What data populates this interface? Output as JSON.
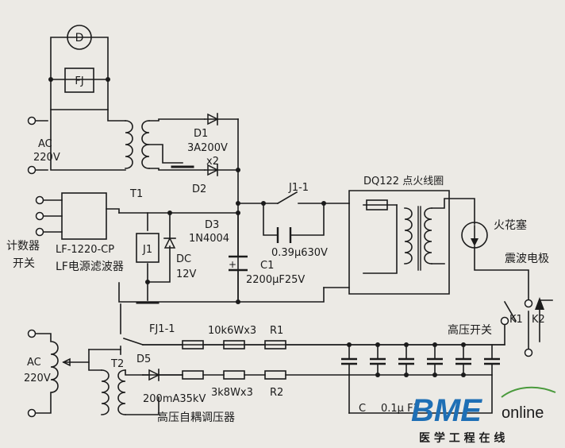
{
  "labels": {
    "d": "D",
    "fj": "FJ",
    "ac_top": "AC",
    "v220_top": "220V",
    "t1": "T1",
    "d1": "D1",
    "d1_rating": "3A200V",
    "d1_count": "x2",
    "d2": "D2",
    "d3": "D3",
    "d3_part": "1N4004",
    "j1": "J1",
    "dc": "DC",
    "v12": "12V",
    "c1": "C1",
    "c1_value": "2200μF25V",
    "j1_1": "J1-1",
    "cap_small": "0.39μ630V",
    "coil": "DQ122 点火线圈",
    "spark_plug": "火花塞",
    "shock_electrode": "震波电极",
    "counter_switch_a": "计数器",
    "counter_switch_b": "开关",
    "filter_part": "LF-1220-CP",
    "filter_name": "LF电源滤波器",
    "fj1_1": "FJ1-1",
    "r1_value": "10k6Wx3",
    "r1": "R1",
    "hv_switch": "高压开关",
    "k1": "K1",
    "k2": "K2",
    "ac_bot": "AC",
    "v220_bot": "220V",
    "t2": "T2",
    "d5": "D5",
    "d5_rating": "200mA35kV",
    "r2_value": "3k8Wx3",
    "r2": "R2",
    "autotransformer": "高压自耦调压器",
    "c_bank": "C",
    "c_bank_value": "0.1μ F3",
    "plus": "+"
  },
  "logo": {
    "brand": "BME",
    "online": "online",
    "tagline": "医 学 工 程 在 线"
  },
  "colors": {
    "ink": "#1b1b1b",
    "paper": "#eceae5",
    "logo_blue": "#1e6fb5",
    "logo_green": "#4a9a3c"
  }
}
